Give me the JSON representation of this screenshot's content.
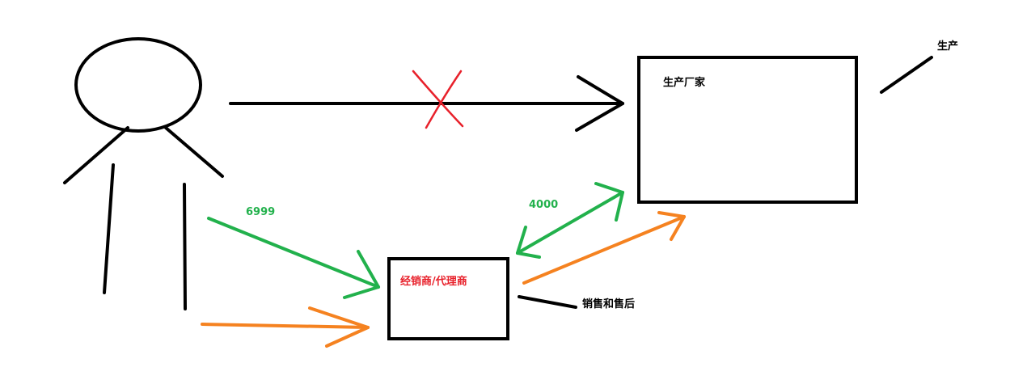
{
  "labels": {
    "manufacturer": "生产厂家",
    "production": "生产",
    "dealer": "经销商/代理商",
    "sales_service": "销售和售后",
    "price_customer": "6999",
    "price_dealer": "4000"
  },
  "colors": {
    "ink": "#000000",
    "cross": "#e8212b",
    "green": "#22b14c",
    "orange": "#f58220",
    "dealer_text": "#e8212b"
  }
}
